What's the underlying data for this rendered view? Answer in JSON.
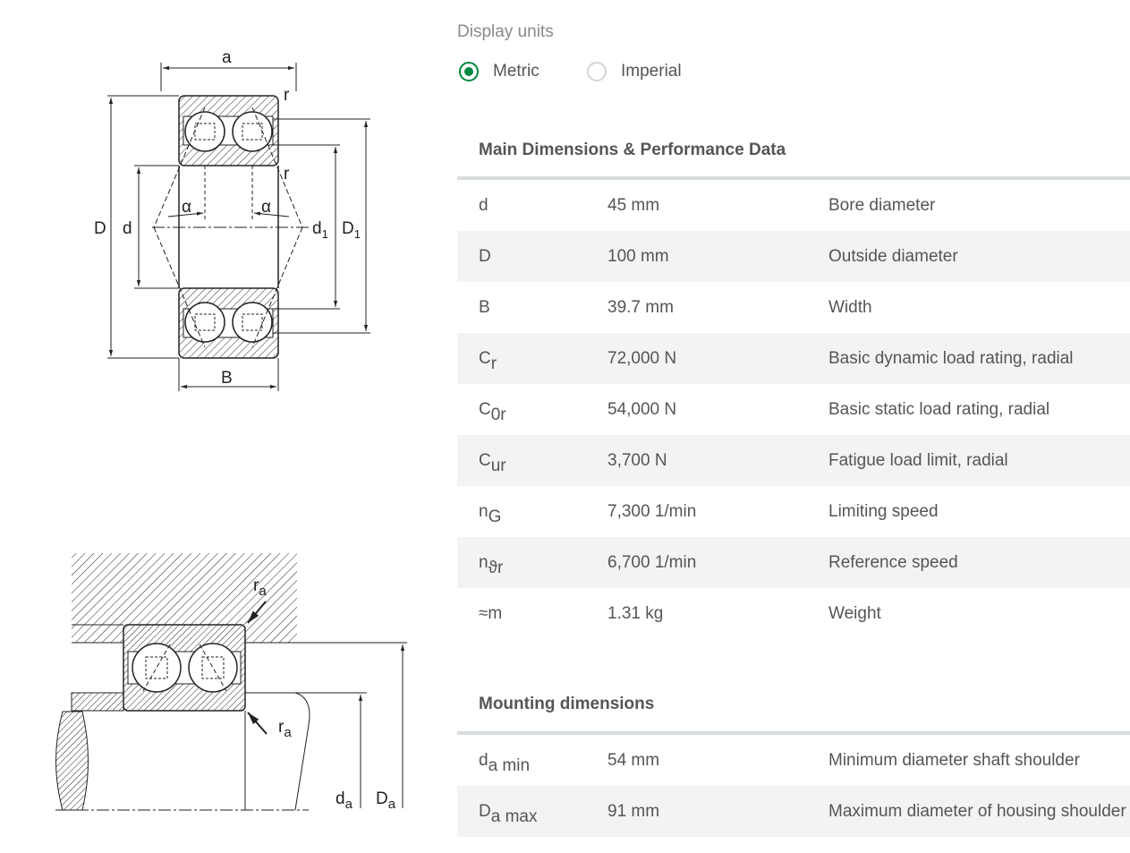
{
  "drawing_labels": {
    "a": "a",
    "r": "r",
    "alpha": "α",
    "D": "D",
    "d": "d",
    "d1": "d",
    "d1_sub": "1",
    "D1": "D",
    "D1_sub": "1",
    "B": "B",
    "ra": "r",
    "ra_sub": "a",
    "da": "d",
    "da_sub": "a",
    "Da": "D",
    "Da_sub": "a"
  },
  "display_units": {
    "title": "Display units",
    "options": [
      {
        "label": "Metric",
        "selected": true
      },
      {
        "label": "Imperial",
        "selected": false
      }
    ]
  },
  "main_section": {
    "title": "Main Dimensions & Performance Data",
    "rows": [
      {
        "symbol": "d",
        "sub": "",
        "value": "45 mm",
        "description": "Bore diameter"
      },
      {
        "symbol": "D",
        "sub": "",
        "value": "100 mm",
        "description": "Outside diameter"
      },
      {
        "symbol": "B",
        "sub": "",
        "value": "39.7 mm",
        "description": "Width"
      },
      {
        "symbol": "C",
        "sub": "r",
        "value": "72,000 N",
        "description": "Basic dynamic load rating, radial"
      },
      {
        "symbol": "C",
        "sub": "0r",
        "value": "54,000 N",
        "description": "Basic static load rating, radial"
      },
      {
        "symbol": "C",
        "sub": "ur",
        "value": "3,700 N",
        "description": "Fatigue load limit, radial"
      },
      {
        "symbol": "n",
        "sub": "G",
        "value": "7,300 1/min",
        "description": "Limiting speed"
      },
      {
        "symbol": "n",
        "sub": "ϑr",
        "value": "6,700 1/min",
        "description": "Reference speed"
      },
      {
        "symbol": "≈m",
        "sub": "",
        "value": "1.31 kg",
        "description": "Weight"
      }
    ]
  },
  "mounting_section": {
    "title": "Mounting dimensions",
    "rows": [
      {
        "symbol": "d",
        "sub": "a min",
        "value": "54 mm",
        "description": "Minimum diameter shaft shoulder"
      },
      {
        "symbol": "D",
        "sub": "a max",
        "value": "91 mm",
        "description": "Maximum diameter of housing shoulder"
      }
    ]
  },
  "colors": {
    "accent": "#00893d",
    "row_shade": "#f3f3f3",
    "rule": "#d9dde0"
  }
}
